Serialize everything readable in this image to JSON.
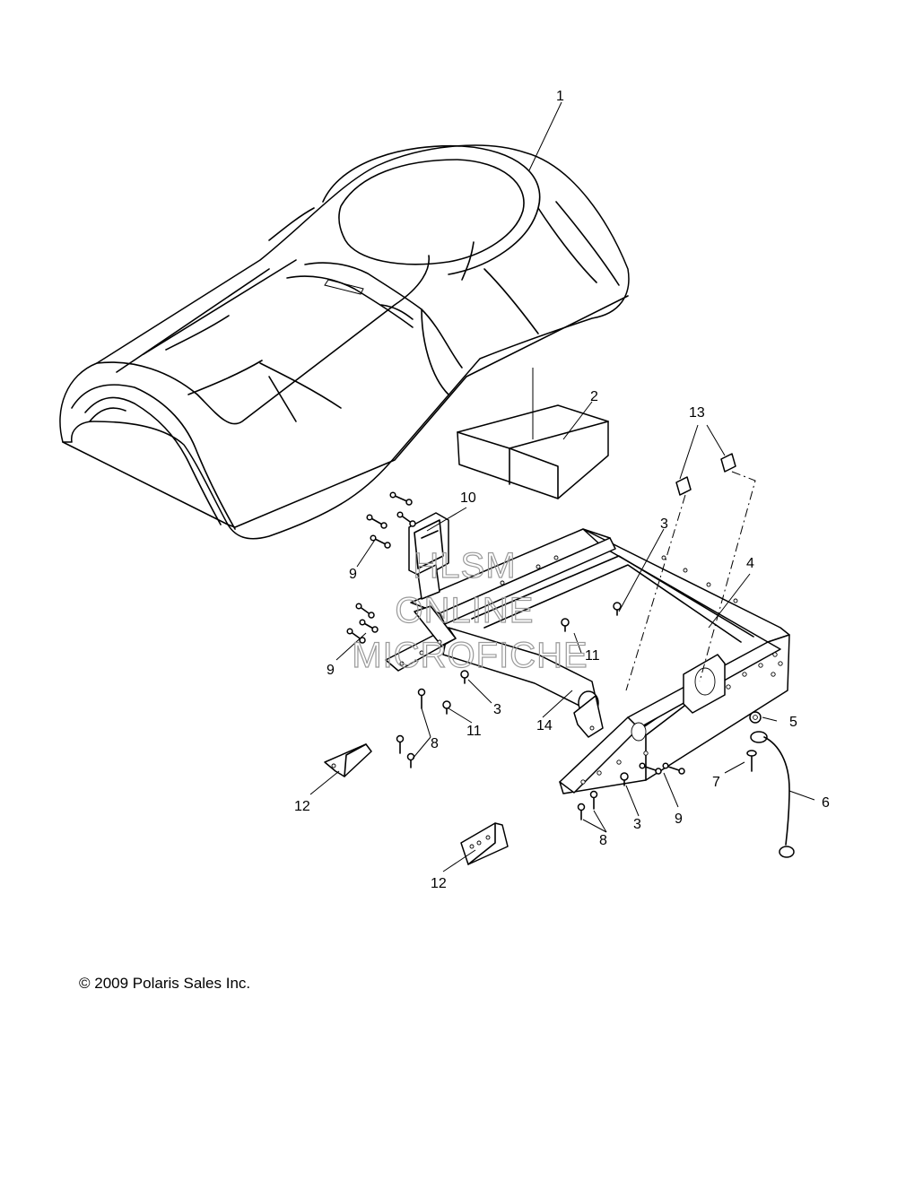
{
  "callouts": {
    "c1": "1",
    "c2": "2",
    "c3a": "3",
    "c3b": "3",
    "c3c": "3",
    "c4": "4",
    "c5": "5",
    "c6": "6",
    "c7": "7",
    "c8a": "8",
    "c8b": "8",
    "c9a": "9",
    "c9b": "9",
    "c9c": "9",
    "c10": "10",
    "c11a": "11",
    "c11b": "11",
    "c12a": "12",
    "c12b": "12",
    "c13": "13",
    "c14": "14"
  },
  "watermark": {
    "line1": "HLSM",
    "line2": "ONLINE",
    "line3": "MICROFICHE"
  },
  "copyright": "© 2009 Polaris Sales Inc."
}
